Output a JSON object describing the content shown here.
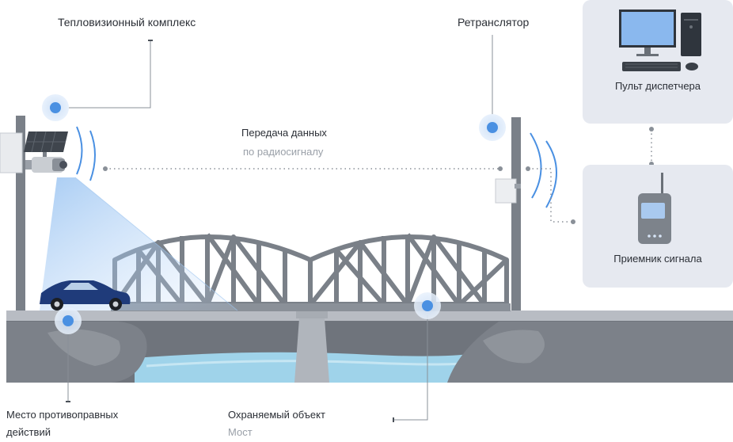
{
  "labels": {
    "thermal_complex": "Тепловизионный комплекс",
    "repeater": "Ретранслятор",
    "dispatcher_console": "Пульт диспетчера",
    "data_transfer": "Передача данных",
    "data_transfer_sub": "по радиосигналу",
    "signal_receiver": "Приемник сигнала",
    "violation_place_line1": "Место противоправных",
    "violation_place_line2": "действий",
    "protected_object": "Охраняемый объект",
    "protected_object_sub": "Мост"
  },
  "icons": [
    "camera-icon",
    "solar-panel-icon",
    "antenna-icon",
    "computer-icon",
    "receiver-icon",
    "car-icon",
    "radio-wave-icon"
  ],
  "colors": {
    "accent_blue": "#4a90e2",
    "steel": "#7a8088",
    "water": "#9fd3ea",
    "panel_bg": "#e6e9f0",
    "rock": "#6f747c"
  }
}
